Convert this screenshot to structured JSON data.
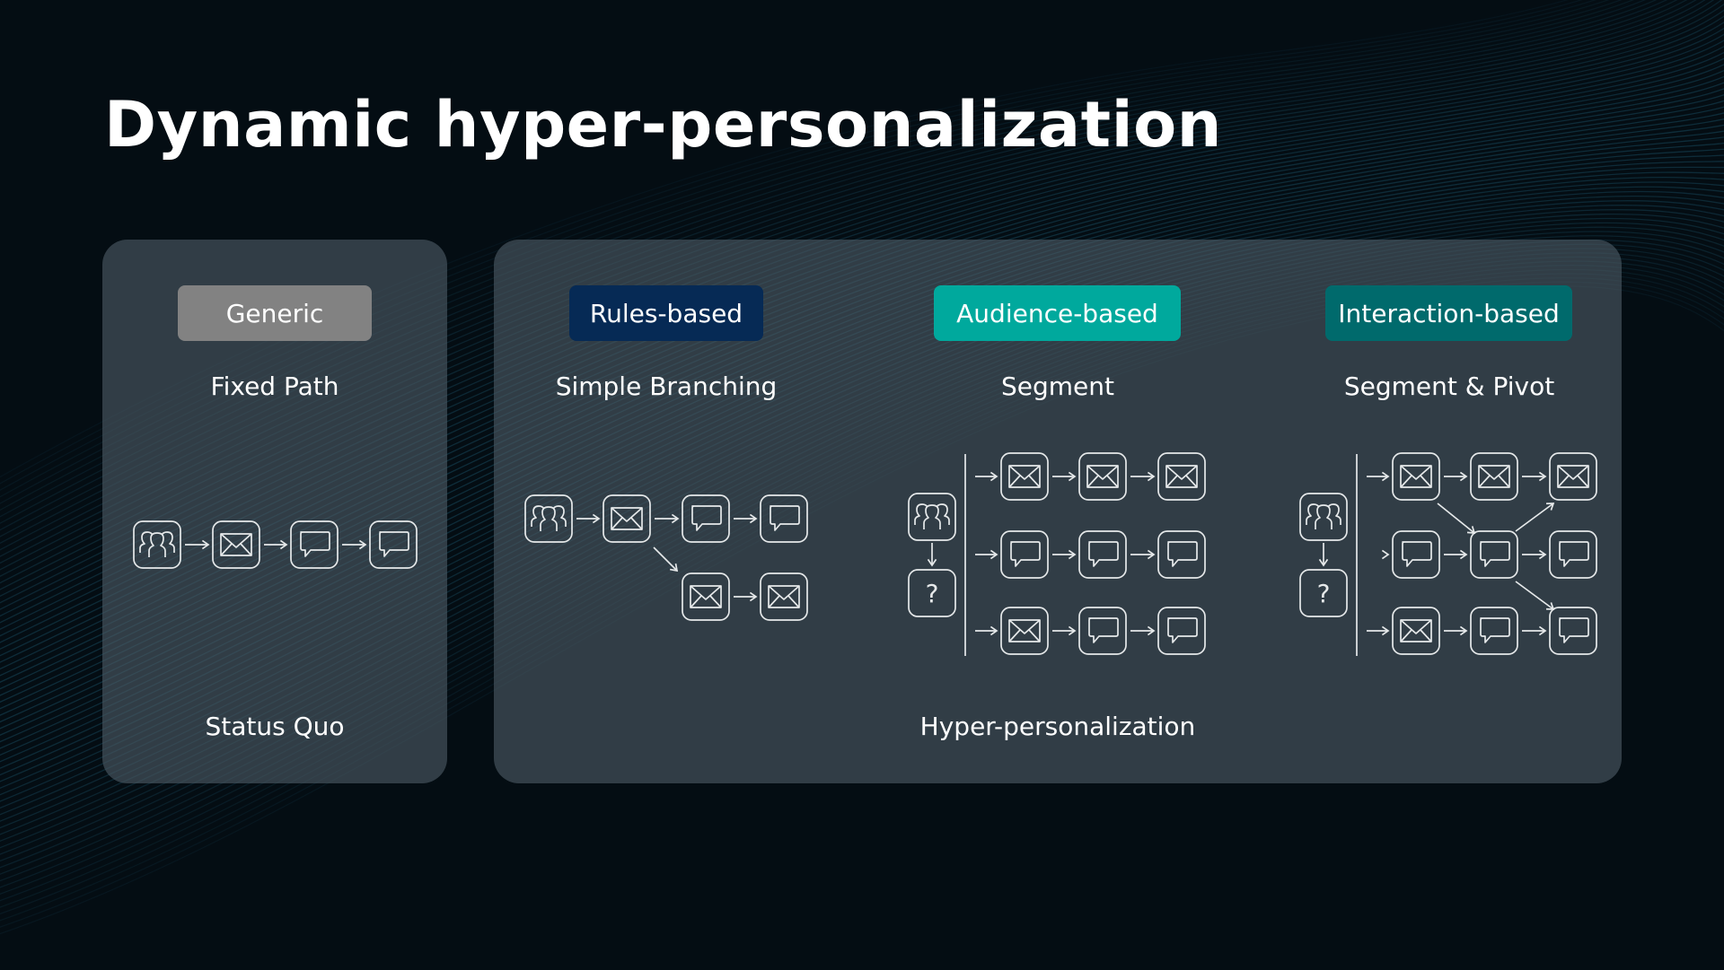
{
  "title": "Dynamic hyper-personalization",
  "status_quo": {
    "badge": {
      "label": "Generic",
      "color": "#828282"
    },
    "subtitle": "Fixed Path",
    "footer": "Status Quo",
    "flow": [
      "people",
      "envelope",
      "chat",
      "chat"
    ]
  },
  "hyper": {
    "footer": "Hyper-personalization",
    "columns": [
      {
        "badge": {
          "label": "Rules-based",
          "color": "#062a55"
        },
        "subtitle": "Simple Branching",
        "rows": [
          [
            "people",
            "envelope",
            "chat",
            "chat"
          ],
          [
            "envelope",
            "envelope"
          ]
        ]
      },
      {
        "badge": {
          "label": "Audience-based",
          "color": "#00a99d"
        },
        "subtitle": "Segment",
        "rows": [
          [
            "envelope",
            "envelope",
            "envelope"
          ],
          [
            "chat",
            "chat",
            "chat"
          ],
          [
            "envelope",
            "chat",
            "chat"
          ]
        ]
      },
      {
        "badge": {
          "label": "Interaction-based",
          "color": "#006a6c"
        },
        "subtitle": "Segment & Pivot",
        "rows": [
          [
            "envelope",
            "envelope",
            "envelope"
          ],
          [
            "chat",
            "chat",
            "chat"
          ],
          [
            "envelope",
            "chat",
            "chat"
          ]
        ]
      }
    ],
    "question_mark": "?"
  }
}
